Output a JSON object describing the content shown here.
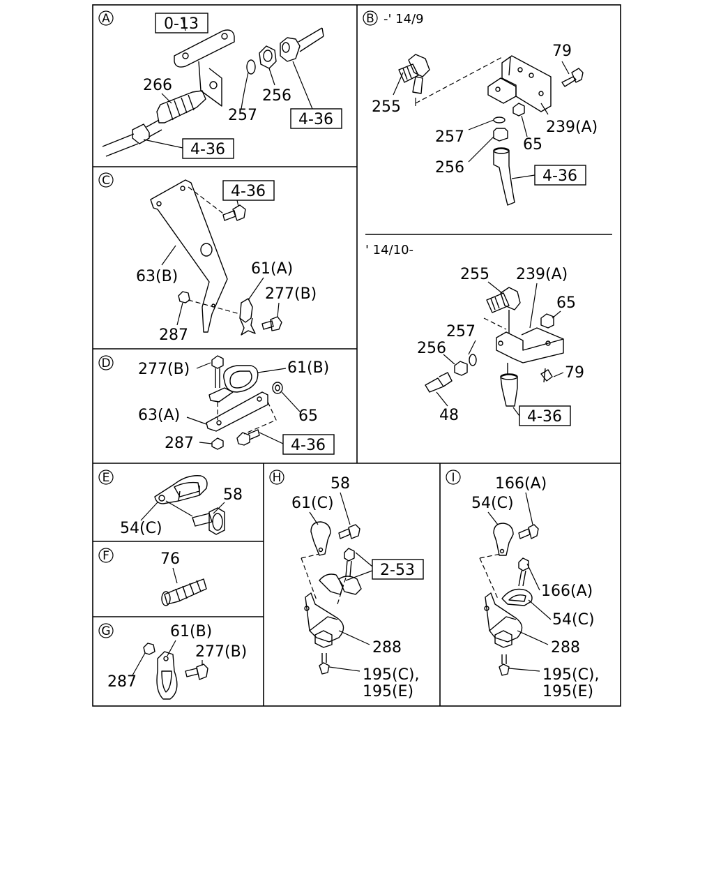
{
  "sections": {
    "a": {
      "marker": "A",
      "labels": {
        "ref_top": "0-13",
        "p266": "266",
        "p257": "257",
        "p256": "256",
        "ref_right": "4-36",
        "ref_bottom": "4-36"
      }
    },
    "b": {
      "marker": "B",
      "title": "-' 14/9",
      "labels": {
        "p79": "79",
        "p255": "255",
        "p239": "239(A)",
        "p257": "257",
        "p65": "65",
        "p256": "256",
        "ref": "4-36"
      }
    },
    "b2": {
      "title": "' 14/10-",
      "labels": {
        "p255": "255",
        "p239": "239(A)",
        "p65": "65",
        "p257": "257",
        "p256": "256",
        "p79": "79",
        "p48": "48",
        "ref": "4-36"
      }
    },
    "c": {
      "marker": "C",
      "labels": {
        "ref": "4-36",
        "p63": "63(B)",
        "p61": "61(A)",
        "p277": "277(B)",
        "p287": "287"
      }
    },
    "d": {
      "marker": "D",
      "labels": {
        "p277": "277(B)",
        "p61": "61(B)",
        "p63": "63(A)",
        "p65": "65",
        "p287": "287",
        "ref": "4-36"
      }
    },
    "e": {
      "marker": "E",
      "labels": {
        "p58": "58",
        "p54": "54(C)"
      }
    },
    "f": {
      "marker": "F",
      "labels": {
        "p76": "76"
      }
    },
    "g": {
      "marker": "G",
      "labels": {
        "p61": "61(B)",
        "p277": "277(B)",
        "p287": "287"
      }
    },
    "h": {
      "marker": "H",
      "labels": {
        "p58": "58",
        "p61": "61(C)",
        "ref": "2-53",
        "p288": "288",
        "p195a": "195(C),",
        "p195b": "195(E)"
      }
    },
    "i": {
      "marker": "I",
      "labels": {
        "p166top": "166(A)",
        "p54top": "54(C)",
        "p166mid": "166(A)",
        "p54mid": "54(C)",
        "p288": "288",
        "p195a": "195(C),",
        "p195b": "195(E)"
      }
    }
  }
}
